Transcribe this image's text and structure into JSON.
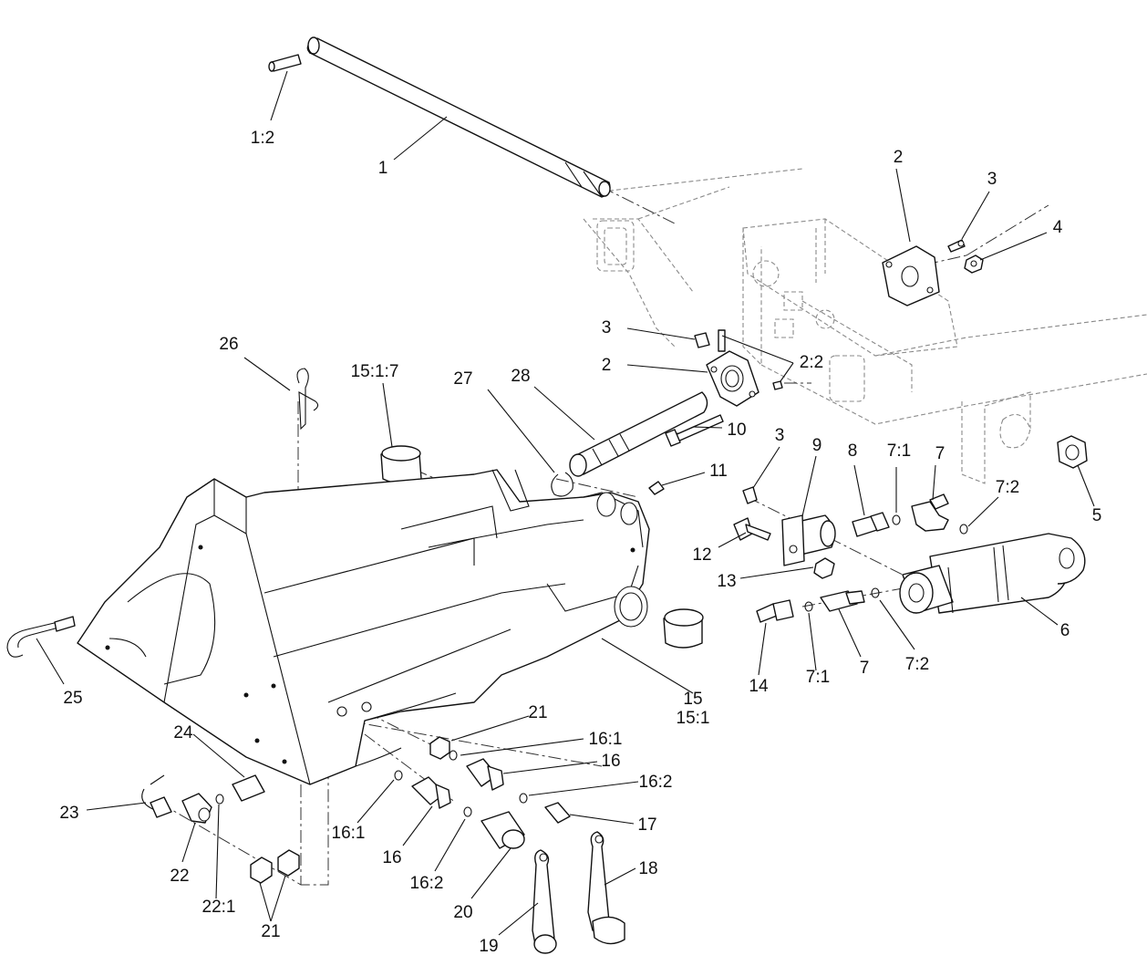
{
  "callouts": [
    {
      "id": "c1-2",
      "text": "1:2"
    },
    {
      "id": "c1",
      "text": "1"
    },
    {
      "id": "c2-top",
      "text": "2"
    },
    {
      "id": "c3-top",
      "text": "3"
    },
    {
      "id": "c4",
      "text": "4"
    },
    {
      "id": "c26",
      "text": "26"
    },
    {
      "id": "c15-1-7",
      "text": "15:1:7"
    },
    {
      "id": "c3-mid",
      "text": "3"
    },
    {
      "id": "c2-mid",
      "text": "2"
    },
    {
      "id": "c2-2",
      "text": "2:2"
    },
    {
      "id": "c27",
      "text": "27"
    },
    {
      "id": "c28",
      "text": "28"
    },
    {
      "id": "c10",
      "text": "10"
    },
    {
      "id": "c11",
      "text": "11"
    },
    {
      "id": "c3-right",
      "text": "3"
    },
    {
      "id": "c9",
      "text": "9"
    },
    {
      "id": "c8",
      "text": "8"
    },
    {
      "id": "c7-1-top",
      "text": "7:1"
    },
    {
      "id": "c7-top",
      "text": "7"
    },
    {
      "id": "c7-2-top",
      "text": "7:2"
    },
    {
      "id": "c5",
      "text": "5"
    },
    {
      "id": "c12",
      "text": "12"
    },
    {
      "id": "c13",
      "text": "13"
    },
    {
      "id": "c6",
      "text": "6"
    },
    {
      "id": "c14",
      "text": "14"
    },
    {
      "id": "c7-1-bot",
      "text": "7:1"
    },
    {
      "id": "c7-bot",
      "text": "7"
    },
    {
      "id": "c7-2-bot",
      "text": "7:2"
    },
    {
      "id": "c15",
      "text": "15"
    },
    {
      "id": "c15-1",
      "text": "15:1"
    },
    {
      "id": "c25",
      "text": "25"
    },
    {
      "id": "c21-mid",
      "text": "21"
    },
    {
      "id": "c16-1-right",
      "text": "16:1"
    },
    {
      "id": "c16-right",
      "text": "16"
    },
    {
      "id": "c16-2-right",
      "text": "16:2"
    },
    {
      "id": "c17",
      "text": "17"
    },
    {
      "id": "c24",
      "text": "24"
    },
    {
      "id": "c23",
      "text": "23"
    },
    {
      "id": "c16-1-left",
      "text": "16:1"
    },
    {
      "id": "c16-left",
      "text": "16"
    },
    {
      "id": "c16-2-left",
      "text": "16:2"
    },
    {
      "id": "c20",
      "text": "20"
    },
    {
      "id": "c18",
      "text": "18"
    },
    {
      "id": "c19",
      "text": "19"
    },
    {
      "id": "c22",
      "text": "22"
    },
    {
      "id": "c22-1",
      "text": "22:1"
    },
    {
      "id": "c21-bot",
      "text": "21"
    }
  ]
}
